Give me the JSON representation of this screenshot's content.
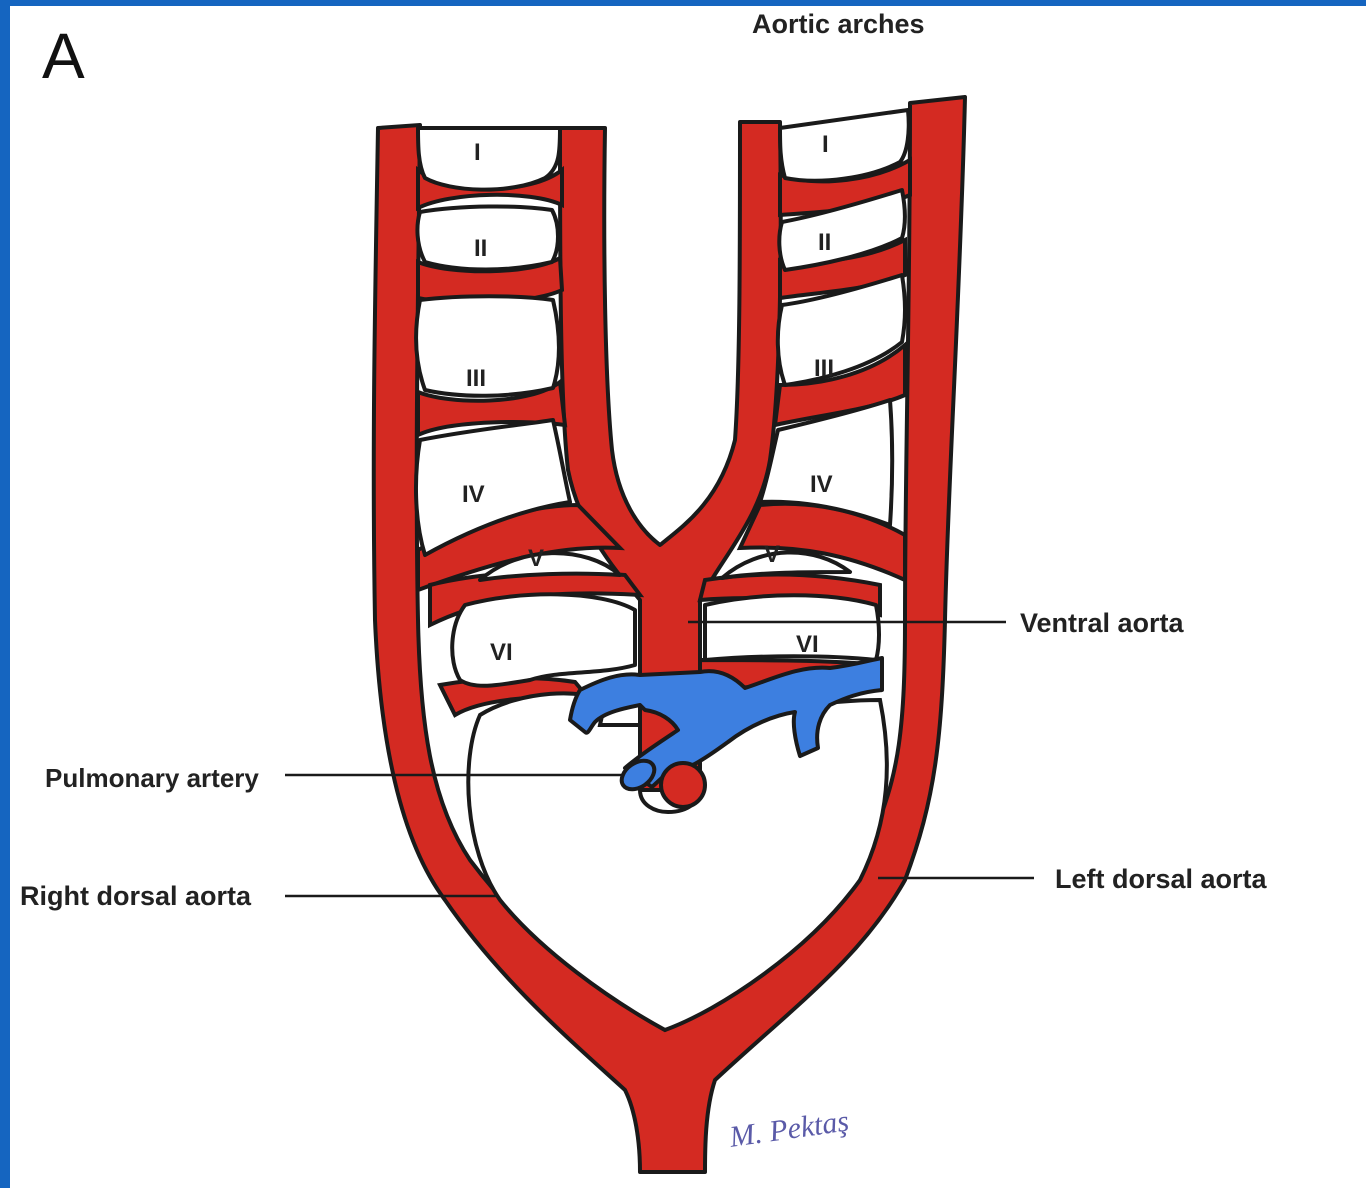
{
  "panel_letter": "A",
  "title": "Aortic arches",
  "arches": {
    "right": [
      "I",
      "II",
      "III",
      "IV",
      "V",
      "VI"
    ],
    "left": [
      "I",
      "II",
      "III",
      "IV",
      "V",
      "VI"
    ]
  },
  "labels": {
    "ventral_aorta": "Ventral aorta",
    "pulmonary_artery": "Pulmonary artery",
    "right_dorsal_aorta": "Right dorsal aorta",
    "left_dorsal_aorta": "Left dorsal aorta"
  },
  "signature": "M. Pektaş",
  "colors": {
    "artery": "#d42a22",
    "pulmonary": "#3d7fe0",
    "outline": "#1a1a1a",
    "frame": "#1565c0"
  }
}
